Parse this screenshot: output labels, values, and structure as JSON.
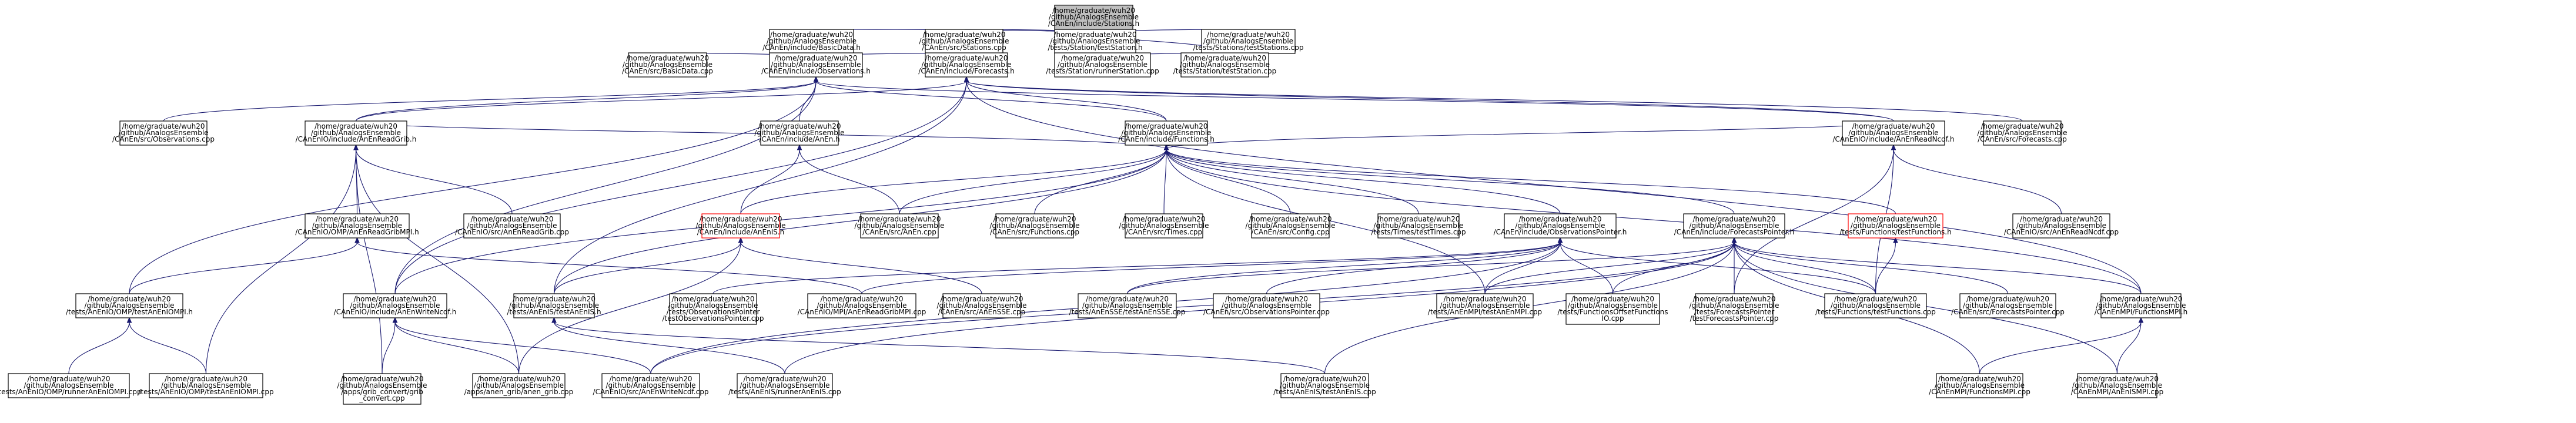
{
  "nodes": [
    {
      "id": "stations_h",
      "lines": [
        "/home/graduate/wuh20",
        "/github/AnalogsEnsemble",
        "/CAnEn/include/Stations.h"
      ],
      "style": "root"
    },
    {
      "id": "basicdata_h",
      "lines": [
        "/home/graduate/wuh20",
        "/github/AnalogsEnsemble",
        "/CAnEn/include/BasicData.h"
      ]
    },
    {
      "id": "src_stations_cpp",
      "lines": [
        "/home/graduate/wuh20",
        "/github/AnalogsEnsemble",
        "/CAnEn/src/Stations.cpp"
      ]
    },
    {
      "id": "teststation_h",
      "lines": [
        "/home/graduate/wuh20",
        "/github/AnalogsEnsemble",
        "/tests/Station/testStation.h"
      ]
    },
    {
      "id": "teststations_cpp",
      "lines": [
        "/home/graduate/wuh20",
        "/github/AnalogsEnsemble",
        "/tests/Stations/testStations.cpp"
      ]
    },
    {
      "id": "basicdata_cpp",
      "lines": [
        "/home/graduate/wuh20",
        "/github/AnalogsEnsemble",
        "/CAnEn/src/BasicData.cpp"
      ]
    },
    {
      "id": "observations_h",
      "lines": [
        "/home/graduate/wuh20",
        "/github/AnalogsEnsemble",
        "/CAnEn/include/Observations.h"
      ]
    },
    {
      "id": "forecasts_h",
      "lines": [
        "/home/graduate/wuh20",
        "/github/AnalogsEnsemble",
        "/CAnEn/include/Forecasts.h"
      ]
    },
    {
      "id": "runnerstation_cpp",
      "lines": [
        "/home/graduate/wuh20",
        "/github/AnalogsEnsemble",
        "/tests/Station/runnerStation.cpp"
      ]
    },
    {
      "id": "teststation_cpp",
      "lines": [
        "/home/graduate/wuh20",
        "/github/AnalogsEnsemble",
        "/tests/Station/testStation.cpp"
      ]
    },
    {
      "id": "observations_cpp",
      "lines": [
        "/home/graduate/wuh20",
        "/github/AnalogsEnsemble",
        "/CAnEn/src/Observations.cpp"
      ]
    },
    {
      "id": "anenreadgrib_h",
      "lines": [
        "/home/graduate/wuh20",
        "/github/AnalogsEnsemble",
        "/CAnEnIO/include/AnEnReadGrib.h"
      ]
    },
    {
      "id": "anen_h",
      "lines": [
        "/home/graduate/wuh20",
        "/github/AnalogsEnsemble",
        "/CAnEn/include/AnEn.h"
      ]
    },
    {
      "id": "functions_h",
      "lines": [
        "/home/graduate/wuh20",
        "/github/AnalogsEnsemble",
        "/CAnEn/include/Functions.h"
      ]
    },
    {
      "id": "anenreadncdf_h",
      "lines": [
        "/home/graduate/wuh20",
        "/github/AnalogsEnsemble",
        "/CAnEnIO/include/AnEnReadNcdf.h"
      ]
    },
    {
      "id": "forecasts_cpp",
      "lines": [
        "/home/graduate/wuh20",
        "/github/AnalogsEnsemble",
        "/CAnEn/src/Forecasts.cpp"
      ]
    },
    {
      "id": "anenreadgribmpi_h",
      "lines": [
        "/home/graduate/wuh20",
        "/github/AnalogsEnsemble",
        "/CAnEnIO/OMP/AnEnReadGribMPI.h"
      ]
    },
    {
      "id": "anenreadgrib_cpp",
      "lines": [
        "/home/graduate/wuh20",
        "/github/AnalogsEnsemble",
        "/CAnEnIO/src/AnEnReadGrib.cpp"
      ]
    },
    {
      "id": "anenis_h",
      "lines": [
        "/home/graduate/wuh20",
        "/github/AnalogsEnsemble",
        "/CAnEn/include/AnEnIS.h"
      ],
      "style": "red"
    },
    {
      "id": "anen_cpp",
      "lines": [
        "/home/graduate/wuh20",
        "/github/AnalogsEnsemble",
        "/CAnEn/src/AnEn.cpp"
      ]
    },
    {
      "id": "functions_cpp",
      "lines": [
        "/home/graduate/wuh20",
        "/github/AnalogsEnsemble",
        "/CAnEn/src/Functions.cpp"
      ]
    },
    {
      "id": "times_cpp",
      "lines": [
        "/home/graduate/wuh20",
        "/github/AnalogsEnsemble",
        "/CAnEn/src/Times.cpp"
      ]
    },
    {
      "id": "config_cpp",
      "lines": [
        "/home/graduate/wuh20",
        "/github/AnalogsEnsemble",
        "/CAnEn/src/Config.cpp"
      ]
    },
    {
      "id": "testtimes_cpp",
      "lines": [
        "/home/graduate/wuh20",
        "/github/AnalogsEnsemble",
        "/tests/Times/testTimes.cpp"
      ]
    },
    {
      "id": "obspointer_h",
      "lines": [
        "/home/graduate/wuh20",
        "/github/AnalogsEnsemble",
        "/CAnEn/include/ObservationsPointer.h"
      ]
    },
    {
      "id": "fcstpointer_h",
      "lines": [
        "/home/graduate/wuh20",
        "/github/AnalogsEnsemble",
        "/CAnEn/include/ForecastsPointer.h"
      ]
    },
    {
      "id": "testfunctions_h",
      "lines": [
        "/home/graduate/wuh20",
        "/github/AnalogsEnsemble",
        "/tests/Functions/testFunctions.h"
      ],
      "style": "red"
    },
    {
      "id": "anenreadncdf_cpp",
      "lines": [
        "/home/graduate/wuh20",
        "/github/AnalogsEnsemble",
        "/CAnEnIO/src/AnEnReadNcdf.cpp"
      ]
    },
    {
      "id": "testanenomp_h",
      "lines": [
        "/home/graduate/wuh20",
        "/github/AnalogsEnsemble",
        "/tests/AnEnIO/OMP/testAnEnIOMPI.h"
      ]
    },
    {
      "id": "anenwritencdf_h",
      "lines": [
        "/home/graduate/wuh20",
        "/github/AnalogsEnsemble",
        "/CAnEnIO/include/AnEnWriteNcdf.h"
      ]
    },
    {
      "id": "testanenis_h",
      "lines": [
        "/home/graduate/wuh20",
        "/github/AnalogsEnsemble",
        "/tests/AnEnIS/testAnEnIS.h"
      ]
    },
    {
      "id": "testobspointer_cpp",
      "lines": [
        "/home/graduate/wuh20",
        "/github/AnalogsEnsemble",
        "/tests/ObservationsPointer",
        "/testObservationsPointer.cpp"
      ]
    },
    {
      "id": "anenreadgribmpi_cpp",
      "lines": [
        "/home/graduate/wuh20",
        "/github/AnalogsEnsemble",
        "/CAnEnIO/MPI/AnEnReadGribMPI.cpp"
      ]
    },
    {
      "id": "anenissse_cpp",
      "lines": [
        "/home/graduate/wuh20",
        "/github/AnalogsEnsemble",
        "/CAnEn/src/AnEnSSE.cpp"
      ]
    },
    {
      "id": "testanensse_cpp",
      "lines": [
        "/home/graduate/wuh20",
        "/github/AnalogsEnsemble",
        "/tests/AnEnSSE/testAnEnSSE.cpp"
      ]
    },
    {
      "id": "obspointer_cpp",
      "lines": [
        "/home/graduate/wuh20",
        "/github/AnalogsEnsemble",
        "/CAnEn/src/ObservationsPointer.cpp"
      ]
    },
    {
      "id": "testanenmpi_cpp",
      "lines": [
        "/home/graduate/wuh20",
        "/github/AnalogsEnsemble",
        "/tests/AnEnMPI/testAnEnMPI.cpp"
      ]
    },
    {
      "id": "testfunctionsoffset_cpp",
      "lines": [
        "/home/graduate/wuh20",
        "/github/AnalogsEnsemble",
        "/tests/FunctionsOffsetFunctions",
        "IO.cpp"
      ]
    },
    {
      "id": "testfcstpointer_cpp",
      "lines": [
        "/home/graduate/wuh20",
        "/github/AnalogsEnsemble",
        "/tests/ForecastsPointer",
        "/testForecastsPointer.cpp"
      ]
    },
    {
      "id": "testfunctions_cpp",
      "lines": [
        "/home/graduate/wuh20",
        "/github/AnalogsEnsemble",
        "/tests/Functions/testFunctions.cpp"
      ]
    },
    {
      "id": "fcstpointer_cpp",
      "lines": [
        "/home/graduate/wuh20",
        "/github/AnalogsEnsemble",
        "/CAnEn/src/ForecastsPointer.cpp"
      ]
    },
    {
      "id": "functionsmpi_h",
      "lines": [
        "/home/graduate/wuh20",
        "/github/AnalogsEnsemble",
        "/CAnEnMPI/FunctionsMPI.h"
      ]
    },
    {
      "id": "runneranenomp_cpp",
      "lines": [
        "/home/graduate/wuh20",
        "/github/AnalogsEnsemble",
        "/tests/AnEnIO/OMP/runnerAnEnIOMPI.cpp"
      ]
    },
    {
      "id": "testanenomp_cpp",
      "lines": [
        "/home/graduate/wuh20",
        "/github/AnalogsEnsemble",
        "/tests/AnEnIO/OMP/testAnEnIOMPI.cpp"
      ]
    },
    {
      "id": "grib_convert_cpp",
      "lines": [
        "/home/graduate/wuh20",
        "/github/AnalogsEnsemble",
        "/apps/grib_convert/grib",
        "_convert.cpp"
      ]
    },
    {
      "id": "anen_grib_cpp",
      "lines": [
        "/home/graduate/wuh20",
        "/github/AnalogsEnsemble",
        "/apps/anen_grib/anen_grib.cpp"
      ]
    },
    {
      "id": "anenwritencdf_cpp",
      "lines": [
        "/home/graduate/wuh20",
        "/github/AnalogsEnsemble",
        "/CAnEnIO/src/AnEnWriteNcdf.cpp"
      ]
    },
    {
      "id": "runneranenis_cpp",
      "lines": [
        "/home/graduate/wuh20",
        "/github/AnalogsEnsemble",
        "/tests/AnEnIS/runnerAnEnIS.cpp"
      ]
    },
    {
      "id": "testanenis_cpp",
      "lines": [
        "/home/graduate/wuh20",
        "/github/AnalogsEnsemble",
        "/tests/AnEnIS/testAnEnIS.cpp"
      ]
    },
    {
      "id": "functionsmpi_cpp",
      "lines": [
        "/home/graduate/wuh20",
        "/github/AnalogsEnsemble",
        "/CAnEnMPI/FunctionsMPI.cpp"
      ]
    },
    {
      "id": "anenismpi_cpp",
      "lines": [
        "/home/graduate/wuh20",
        "/github/AnalogsEnsemble",
        "/CAnEnMPI/AnEnISMPI.cpp"
      ]
    }
  ],
  "edges": [
    [
      "basicdata_h",
      "stations_h"
    ],
    [
      "src_stations_cpp",
      "stations_h"
    ],
    [
      "teststation_h",
      "stations_h"
    ],
    [
      "teststations_cpp",
      "stations_h"
    ],
    [
      "teststation_cpp",
      "stations_h"
    ],
    [
      "basicdata_cpp",
      "basicdata_h"
    ],
    [
      "observations_h",
      "basicdata_h"
    ],
    [
      "forecasts_h",
      "basicdata_h"
    ],
    [
      "runnerstation_cpp",
      "teststation_h"
    ],
    [
      "teststation_cpp",
      "teststation_h"
    ],
    [
      "observations_cpp",
      "observations_h"
    ],
    [
      "anenreadgrib_h",
      "observations_h"
    ],
    [
      "anen_h",
      "observations_h"
    ],
    [
      "functions_h",
      "observations_h"
    ],
    [
      "anenreadncdf_h",
      "observations_h"
    ],
    [
      "testanenomp_h",
      "observations_h"
    ],
    [
      "anenwritencdf_h",
      "observations_h"
    ],
    [
      "anenreadgrib_h",
      "forecasts_h"
    ],
    [
      "functions_h",
      "forecasts_h"
    ],
    [
      "anenreadncdf_h",
      "forecasts_h"
    ],
    [
      "forecasts_cpp",
      "forecasts_h"
    ],
    [
      "anenwritencdf_h",
      "forecasts_h"
    ],
    [
      "testanenis_h",
      "forecasts_h"
    ],
    [
      "functionsmpi_h",
      "forecasts_h"
    ],
    [
      "anenreadgribmpi_h",
      "anenreadgrib_h"
    ],
    [
      "anenreadgrib_cpp",
      "anenreadgrib_h"
    ],
    [
      "testanenomp_cpp",
      "anenreadgrib_h"
    ],
    [
      "grib_convert_cpp",
      "anenreadgrib_h"
    ],
    [
      "anen_grib_cpp",
      "anenreadgrib_h"
    ],
    [
      "anenis_h",
      "anen_h"
    ],
    [
      "anen_cpp",
      "anen_h"
    ],
    [
      "anenreadgrib_h",
      "functions_h"
    ],
    [
      "anenis_h",
      "functions_h"
    ],
    [
      "anen_cpp",
      "functions_h"
    ],
    [
      "functions_cpp",
      "functions_h"
    ],
    [
      "times_cpp",
      "functions_h"
    ],
    [
      "config_cpp",
      "functions_h"
    ],
    [
      "testtimes_cpp",
      "functions_h"
    ],
    [
      "obspointer_h",
      "functions_h"
    ],
    [
      "fcstpointer_h",
      "functions_h"
    ],
    [
      "testfunctions_h",
      "functions_h"
    ],
    [
      "anenreadncdf_h",
      "functions_h"
    ],
    [
      "functionsmpi_h",
      "functions_h"
    ],
    [
      "testanenis_h",
      "functions_h"
    ],
    [
      "anenwritencdf_h",
      "functions_h"
    ],
    [
      "testanenmpi_cpp",
      "functions_h"
    ],
    [
      "anenreadncdf_cpp",
      "anenreadncdf_h"
    ],
    [
      "testfcstpointer_cpp",
      "anenreadncdf_h"
    ],
    [
      "testfunctions_cpp",
      "anenreadncdf_h"
    ],
    [
      "testanenomp_h",
      "anenreadgribmpi_h"
    ],
    [
      "anenreadgribmpi_cpp",
      "anenreadgribmpi_h"
    ],
    [
      "testanenis_h",
      "anenis_h"
    ],
    [
      "anenissse_cpp",
      "anenis_h"
    ],
    [
      "anen_grib_cpp",
      "anenis_h"
    ],
    [
      "testobspointer_cpp",
      "obspointer_h"
    ],
    [
      "obspointer_cpp",
      "obspointer_h"
    ],
    [
      "anenreadgribmpi_cpp",
      "obspointer_h"
    ],
    [
      "testanenmpi_cpp",
      "obspointer_h"
    ],
    [
      "testfunctionsoffset_cpp",
      "obspointer_h"
    ],
    [
      "testfunctions_cpp",
      "obspointer_h"
    ],
    [
      "anenwritencdf_cpp",
      "obspointer_h"
    ],
    [
      "testanensse_cpp",
      "obspointer_h"
    ],
    [
      "testfcstpointer_cpp",
      "fcstpointer_h"
    ],
    [
      "fcstpointer_cpp",
      "fcstpointer_h"
    ],
    [
      "testfunctions_cpp",
      "fcstpointer_h"
    ],
    [
      "functionsmpi_h",
      "fcstpointer_h"
    ],
    [
      "testanenmpi_cpp",
      "fcstpointer_h"
    ],
    [
      "testanensse_cpp",
      "fcstpointer_h"
    ],
    [
      "anenwritencdf_cpp",
      "fcstpointer_h"
    ],
    [
      "testanenis_cpp",
      "fcstpointer_h"
    ],
    [
      "runneranenis_cpp",
      "fcstpointer_h"
    ],
    [
      "testfunctionsoffset_cpp",
      "fcstpointer_h"
    ],
    [
      "functionsmpi_cpp",
      "fcstpointer_h"
    ],
    [
      "anenismpi_cpp",
      "fcstpointer_h"
    ],
    [
      "testfunctions_cpp",
      "testfunctions_h"
    ],
    [
      "runneranenomp_cpp",
      "testanenomp_h"
    ],
    [
      "testanenomp_cpp",
      "testanenomp_h"
    ],
    [
      "grib_convert_cpp",
      "anenwritencdf_h"
    ],
    [
      "anen_grib_cpp",
      "anenwritencdf_h"
    ],
    [
      "anenwritencdf_cpp",
      "anenwritencdf_h"
    ],
    [
      "runneranenis_cpp",
      "testanenis_h"
    ],
    [
      "testanenis_cpp",
      "testanenis_h"
    ],
    [
      "functionsmpi_cpp",
      "functionsmpi_h"
    ],
    [
      "anenismpi_cpp",
      "functionsmpi_h"
    ]
  ]
}
